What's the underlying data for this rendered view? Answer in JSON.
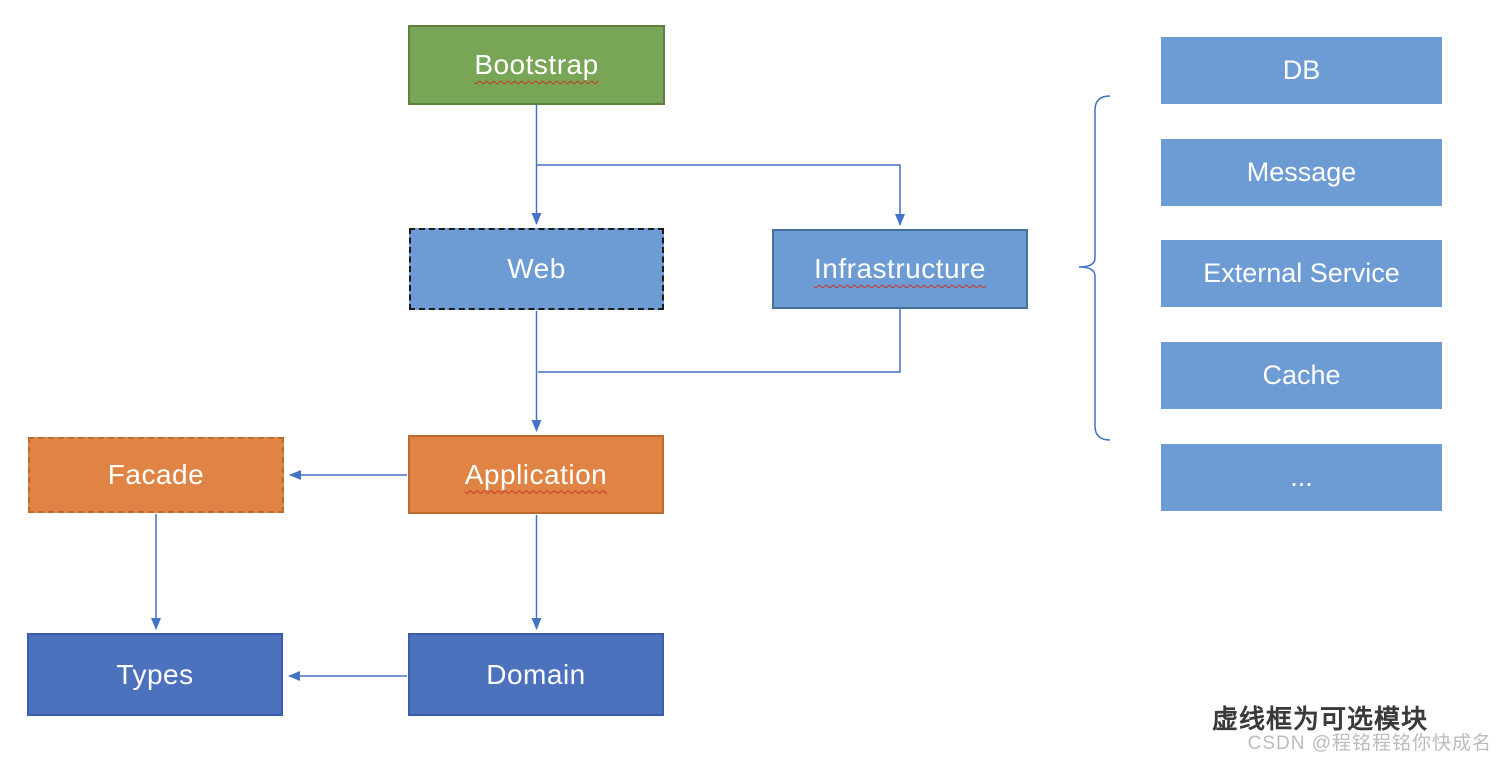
{
  "nodes": {
    "bootstrap": {
      "label": "Bootstrap"
    },
    "web": {
      "label": "Web"
    },
    "infrastructure": {
      "label": "Infrastructure"
    },
    "application": {
      "label": "Application"
    },
    "facade": {
      "label": "Facade"
    },
    "types": {
      "label": "Types"
    },
    "domain": {
      "label": "Domain"
    }
  },
  "right_column": {
    "items": [
      "DB",
      "Message",
      "External Service",
      "Cache",
      "..."
    ]
  },
  "footer": {
    "note": "虚线框为可选模块",
    "watermark": "CSDN @程铭程铭你快成名"
  },
  "colors": {
    "green_fill": "#79A556",
    "green_border": "#5D7F3F",
    "blue_fill": "#6D9BD3",
    "blue_border": "#41719C",
    "orange_fill": "#E08445",
    "orange_border": "#C06B2D",
    "dark_blue_fill": "#4C72BE",
    "dark_blue_border": "#3B5CAB",
    "connector": "#4472C4",
    "note_color": "#3A3A3A",
    "watermark_color": "#BCBCBC"
  }
}
